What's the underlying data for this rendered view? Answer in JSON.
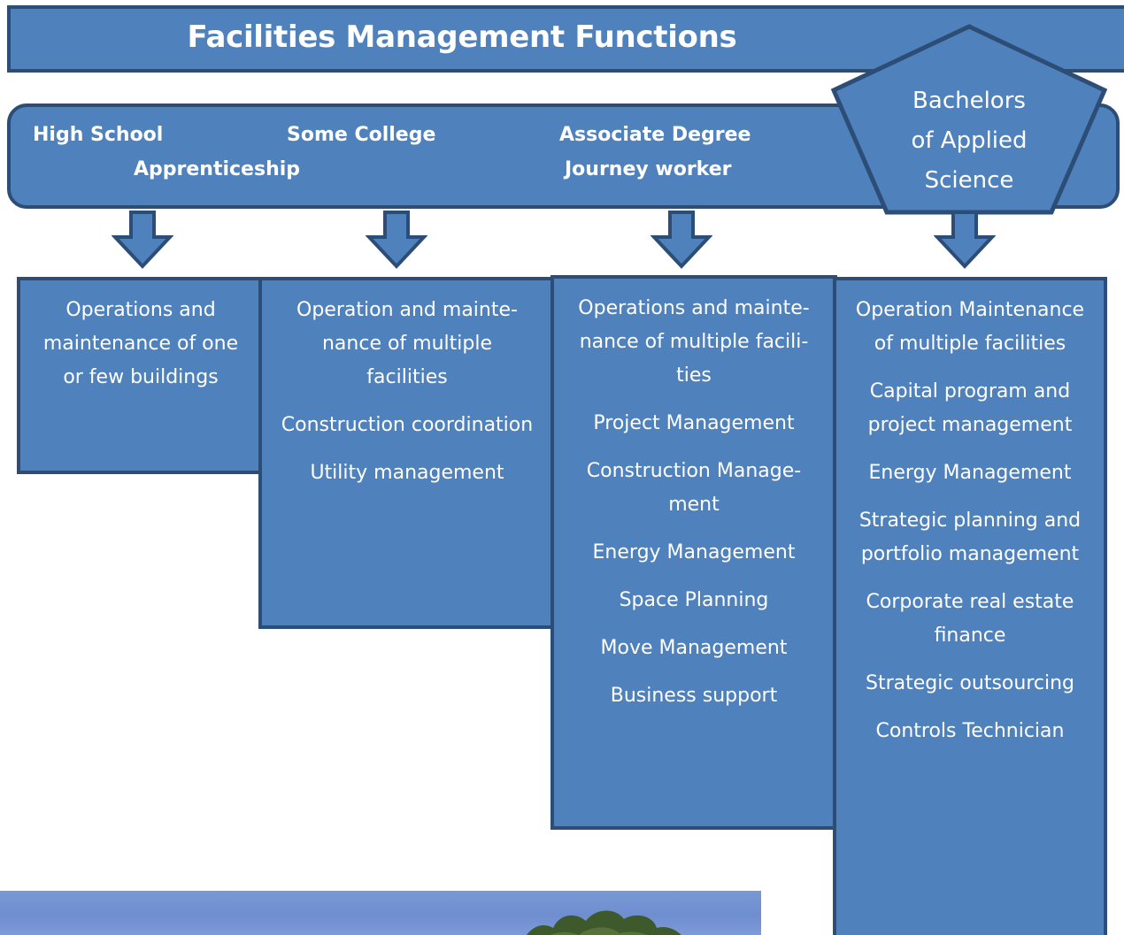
{
  "title": "Facilities Management Functions",
  "colors": {
    "fill": "#4f81bd",
    "stroke": "#2c4d75",
    "text": "#ffffff"
  },
  "education_levels": {
    "high_school": "High School",
    "apprenticeship": "Apprenticeship",
    "some_college": "Some College",
    "associate_degree": "Associate Degree",
    "journey_worker": "Journey worker",
    "bachelors": [
      "Bachelors",
      "of Applied",
      "Science"
    ]
  },
  "columns": [
    {
      "items": [
        "Operations and maintenance of one or few buildings"
      ]
    },
    {
      "items": [
        "Operation and mainte-nance of multiple facilities",
        "Construction coordination",
        "Utility management"
      ]
    },
    {
      "items": [
        "Operations and mainte-nance of multiple facili-ties",
        "Project Management",
        "Construction Manage-ment",
        "Energy Management",
        "Space Planning",
        "Move Management",
        "Business support"
      ]
    },
    {
      "items": [
        "Operation Maintenance of multiple facilities",
        "Capital program and project management",
        "Energy Management",
        "Strategic planning and portfolio management",
        "Corporate real estate finance",
        "Strategic outsourcing",
        "Controls Technician"
      ]
    }
  ],
  "icons": {
    "arrow": "down-arrow-icon",
    "pentagon": "pentagon-shape",
    "photo": "landscape-photo"
  }
}
